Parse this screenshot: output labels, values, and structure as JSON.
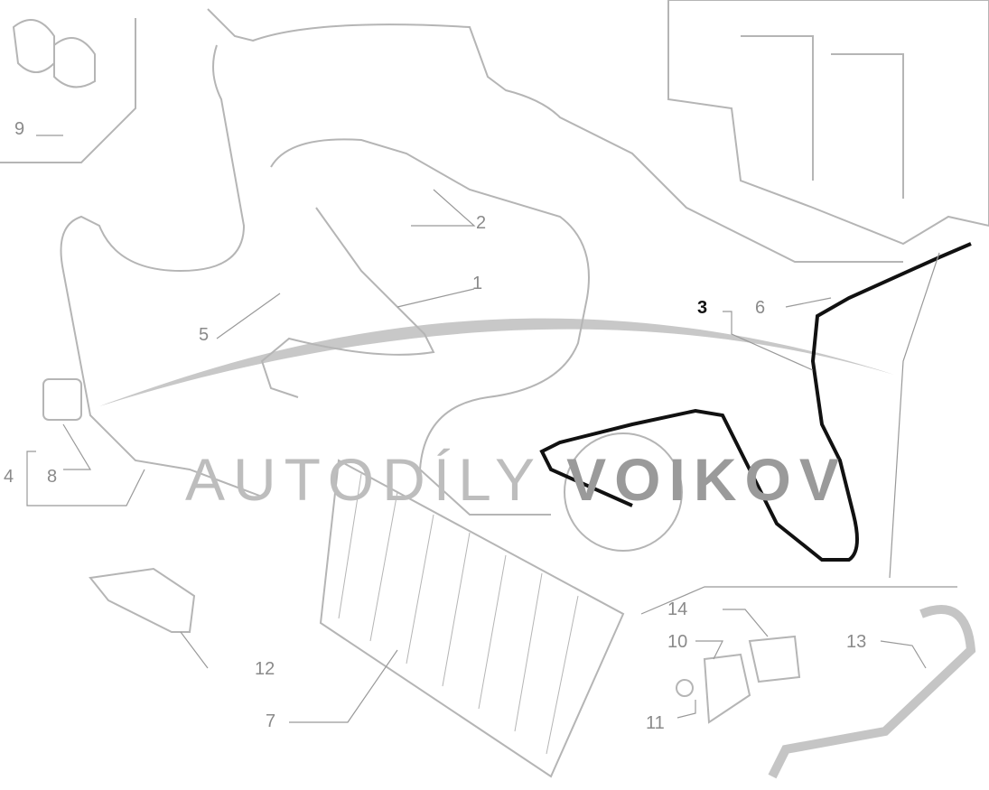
{
  "watermark": {
    "light": "AUTODÍLY ",
    "bold": "VOIKOV"
  },
  "highlight_color": "#111111",
  "line_color": "#b5b5b5",
  "labels": {
    "p1": "1",
    "p2": "2",
    "p3": "3",
    "p4": "4",
    "p5": "5",
    "p6": "6",
    "p7": "7",
    "p8": "8",
    "p9": "9",
    "p10": "10",
    "p11": "11",
    "p12": "12",
    "p13": "13",
    "p14": "14"
  }
}
